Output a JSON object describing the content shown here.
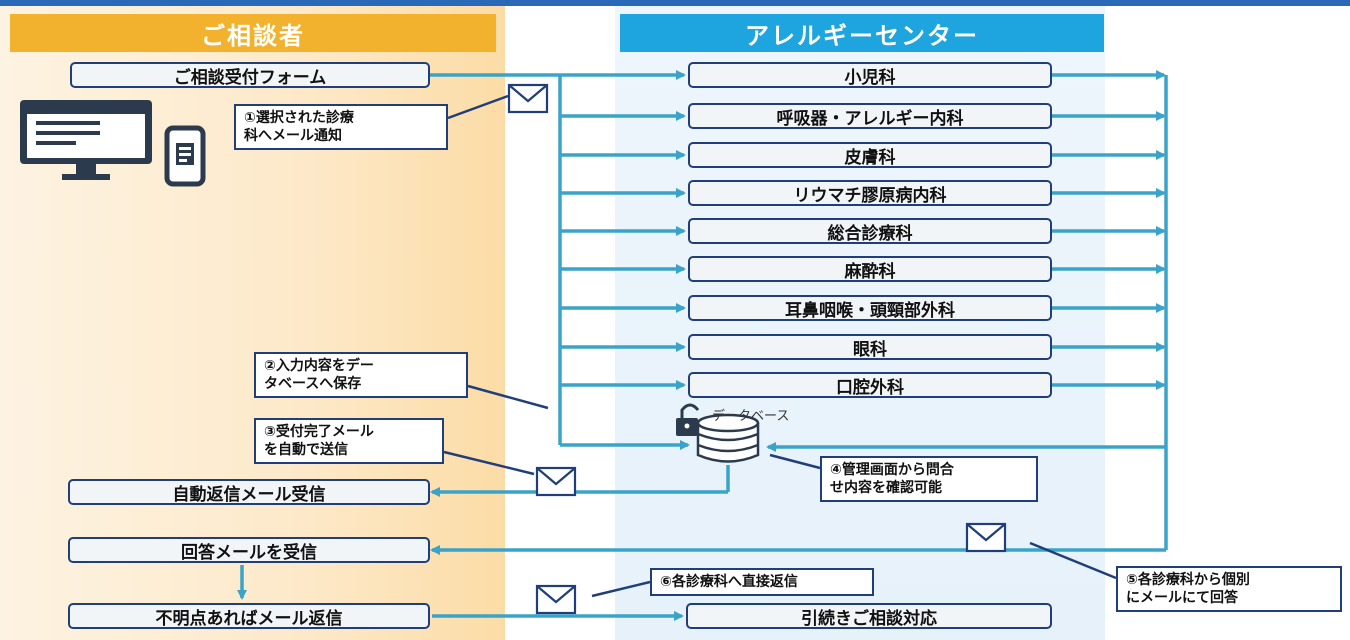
{
  "headers": {
    "consultant": "ご相談者",
    "center": "アレルギーセンター"
  },
  "left_boxes": {
    "form": "ご相談受付フォーム",
    "auto_reply": "自動返信メール受信",
    "answer_receive": "回答メールを受信",
    "reply_unclear": "不明点あればメール返信"
  },
  "departments": [
    "小児科",
    "呼吸器・アレルギー内科",
    "皮膚科",
    "リウマチ膠原病内科",
    "総合診療科",
    "麻酔科",
    "耳鼻咽喉・頭頸部外科",
    "眼科",
    "口腔外科"
  ],
  "continue_box": "引続きご相談対応",
  "database_label": "データベース",
  "callouts": {
    "c1_line1": "①選択された診療",
    "c1_line2": "科へメール通知",
    "c2_line1": "②入力内容をデー",
    "c2_line2": "タベースへ保存",
    "c3_line1": "③受付完了メール",
    "c3_line2": "を自動で送信",
    "c4_line1": "④管理画面から問合",
    "c4_line2": "せ内容を確認可能",
    "c5_line1": "⑤各診療科から個別",
    "c5_line2": "にメールにて回答",
    "c6": "⑥各診療科へ直接返信"
  },
  "colors": {
    "arrow": "#3aa3c9",
    "box_border": "#203f7a",
    "header_left": "#f3b22e",
    "header_right": "#1ea4de"
  },
  "icons": [
    "desktop-monitor-icon",
    "smartphone-icon",
    "envelope-icon",
    "lock-icon",
    "database-icon"
  ]
}
